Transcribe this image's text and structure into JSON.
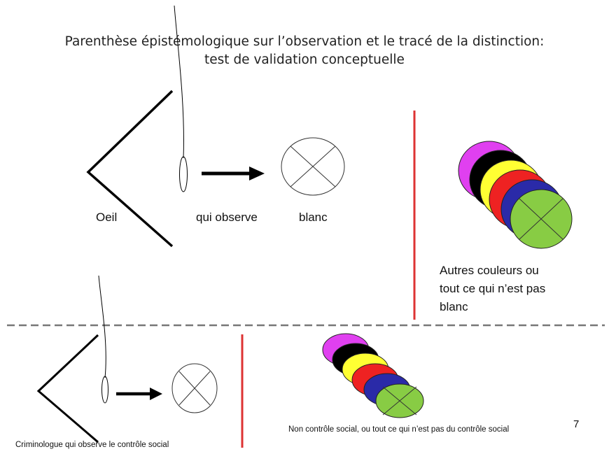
{
  "title": {
    "line1": "Parenthèse épistémologique sur l’observation et le tracé de la distinction:",
    "line2": "test de validation conceptuelle"
  },
  "top": {
    "eye_label": "Oeil",
    "observes_label": "qui observe",
    "white_label": "blanc",
    "others_line1": "Autres couleurs ou",
    "others_line2": "tout ce qui n’est pas",
    "others_line3": "blanc"
  },
  "bottom": {
    "criminologist_label": "Criminologue qui observe le contrôle social",
    "non_control_label": "Non contrôle social, ou tout ce qui n’est pas du contrôle social",
    "page_number": "7"
  },
  "colors": {
    "disc_stack": [
      "#e040f0",
      "#000000",
      "#ffff33",
      "#ee2222",
      "#2a2aa8",
      "#88cc44"
    ],
    "separator_red": "#dd3333",
    "dash_gray": "#777777"
  }
}
